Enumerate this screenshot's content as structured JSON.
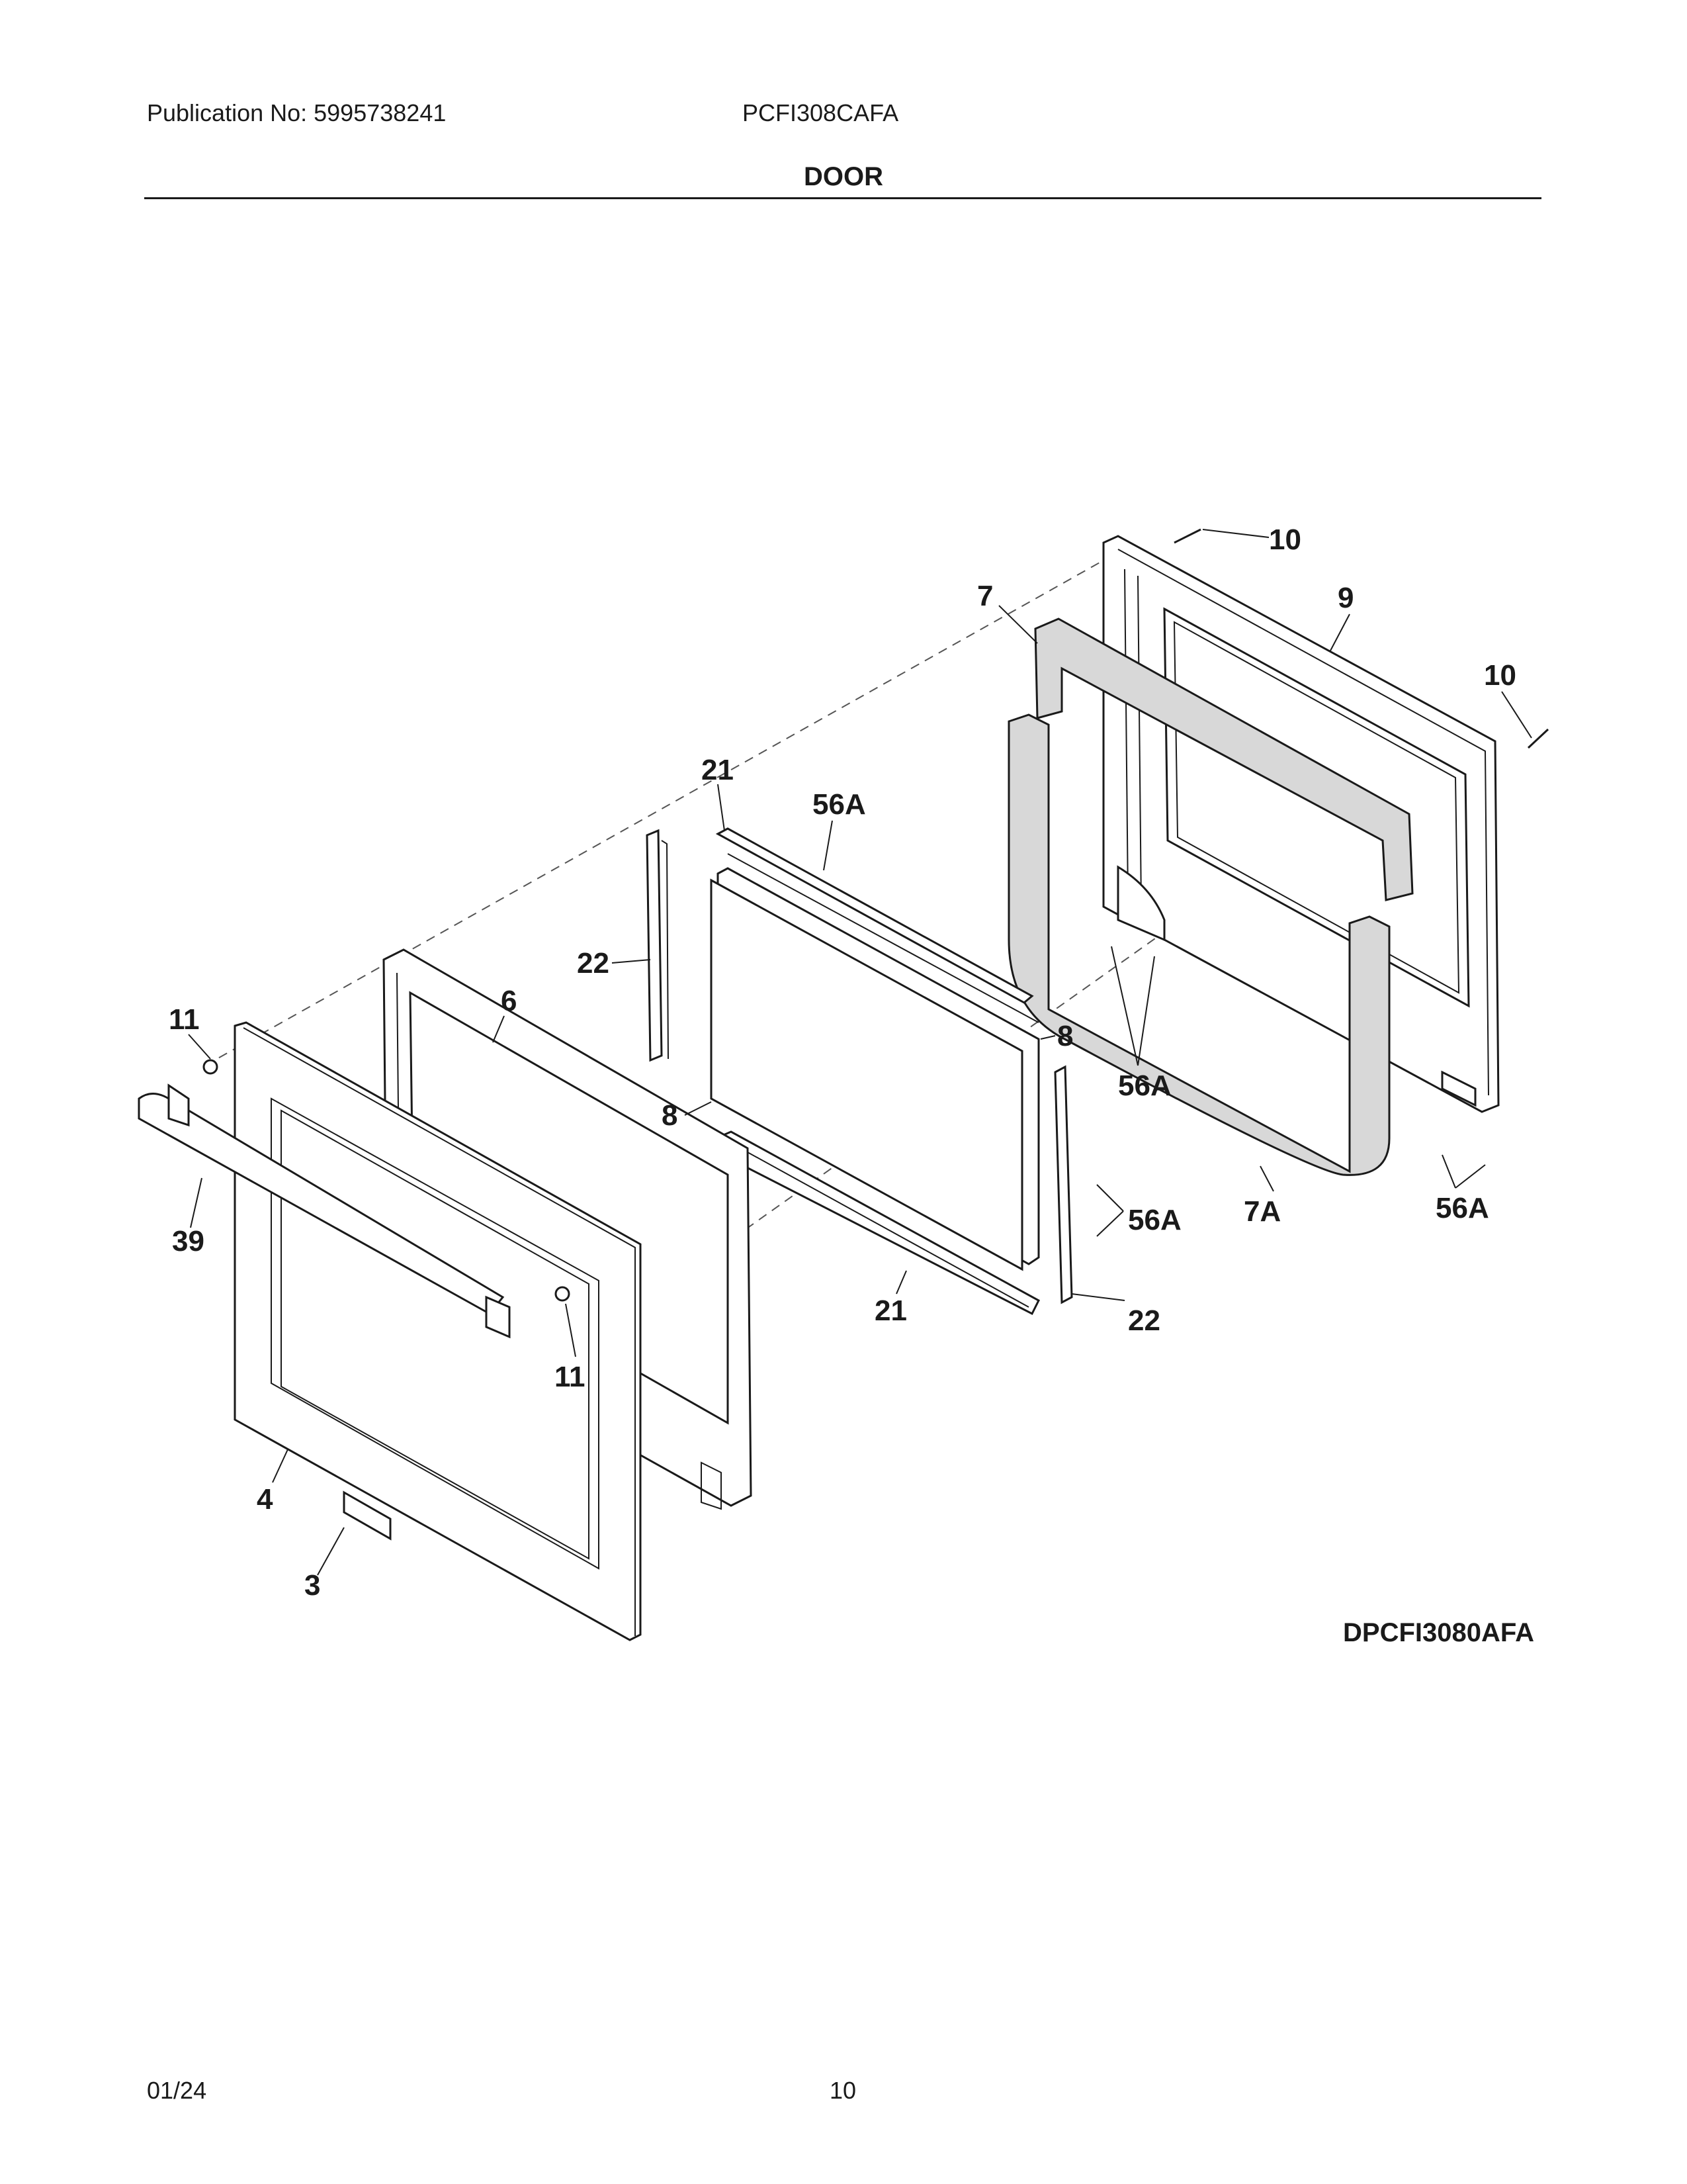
{
  "header": {
    "publication": "Publication No: 5995738241",
    "model": "PCFI308CAFA",
    "section_title": "DOOR"
  },
  "diagram": {
    "code": "DPCFI3080AFA",
    "callouts": {
      "c10a": "10",
      "c9": "9",
      "c7": "7",
      "c10b": "10",
      "c21a": "21",
      "c56a1": "56A",
      "c22a": "22",
      "c6": "6",
      "c11a": "11",
      "c8a": "8",
      "c8b": "8",
      "c56a2": "56A",
      "c7a": "7A",
      "c56a3": "56A",
      "c56a4": "56A",
      "c39": "39",
      "c21b": "21",
      "c22b": "22",
      "c11b": "11",
      "c4": "4",
      "c3": "3"
    }
  },
  "footer": {
    "date": "01/24",
    "page": "10"
  }
}
